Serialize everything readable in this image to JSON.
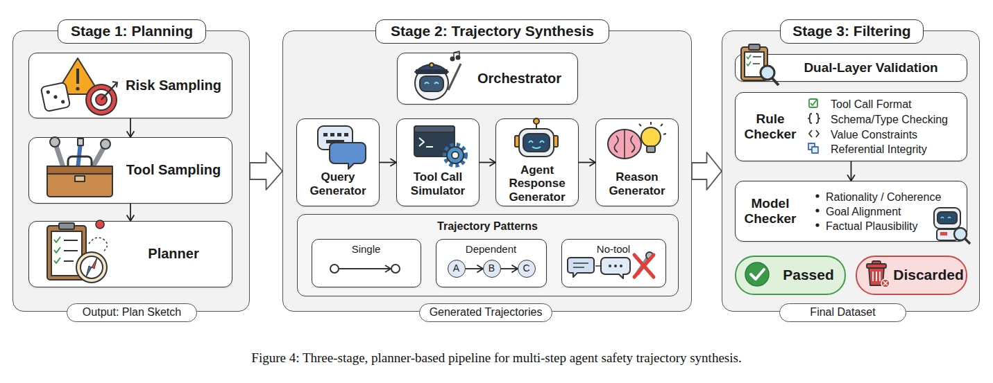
{
  "diagram": {
    "caption": "Figure 4: Three-stage, planner-based pipeline for multi-step agent safety trajectory synthesis.",
    "nodes": [
      {
        "text": [
          "Stage 1: Planning",
          "Output: Plan Sketch"
        ]
      },
      {
        "text": [
          "Risk Sampling"
        ],
        "in": 0
      },
      {
        "text": [
          "Tool Sampling"
        ],
        "in": 0
      },
      {
        "text": [
          "Planner"
        ],
        "in": 0
      },
      {
        "text": [
          "Stage 2: Trajectory Synthesis",
          "Generated Trajectories"
        ]
      },
      {
        "text": [
          "Orchestrator"
        ],
        "in": 4
      },
      {
        "text": [
          "Query Generator"
        ],
        "in": 4
      },
      {
        "text": [
          "Tool Call Simulator"
        ],
        "in": 4
      },
      {
        "text": [
          "Agent Response Generator"
        ],
        "in": 4
      },
      {
        "text": [
          "Reason Generator"
        ],
        "in": 4
      },
      {
        "text": [
          "Trajectory Patterns"
        ],
        "in": 4
      },
      {
        "text": [
          "Single"
        ],
        "in": 10
      },
      {
        "text": [
          "Dependent"
        ],
        "in": 10
      },
      {
        "text": [
          "A"
        ],
        "in": 12
      },
      {
        "text": [
          "B"
        ],
        "in": 12
      },
      {
        "text": [
          "C"
        ],
        "in": 12
      },
      {
        "text": [
          "No-tool"
        ],
        "in": 10
      },
      {
        "text": [
          "Stage 3: Filtering",
          "Final Dataset"
        ]
      },
      {
        "text": [
          "Dual-Layer Validation"
        ],
        "in": 17
      },
      {
        "text": [
          "Rule Checker",
          "Tool Call Format",
          "Schema/Type Checking",
          "Value Constraints",
          "Referential Integrity"
        ],
        "in": 17
      },
      {
        "text": [
          "Model Checker",
          "Rationality / Coherence",
          "Goal Alignment",
          "Factual Plausibility"
        ],
        "in": 17
      },
      {
        "text": [
          "Passed"
        ],
        "in": 17
      },
      {
        "text": [
          "Discarded"
        ],
        "in": 17
      }
    ],
    "edges": [
      {
        "from": 1,
        "to": 2,
        "arrow": "to"
      },
      {
        "from": 2,
        "to": 3,
        "arrow": "to"
      },
      {
        "from": 0,
        "to": 4,
        "arrow": "to"
      },
      {
        "from": 6,
        "to": 7,
        "arrow": "to"
      },
      {
        "from": 7,
        "to": 8,
        "arrow": "to"
      },
      {
        "from": 8,
        "to": 9,
        "arrow": "to"
      },
      {
        "from": 13,
        "to": 14,
        "arrow": "to"
      },
      {
        "from": 14,
        "to": 15,
        "arrow": "to"
      },
      {
        "from": 4,
        "to": 17,
        "arrow": "to"
      },
      {
        "from": 19,
        "to": 20,
        "arrow": "to"
      }
    ]
  }
}
